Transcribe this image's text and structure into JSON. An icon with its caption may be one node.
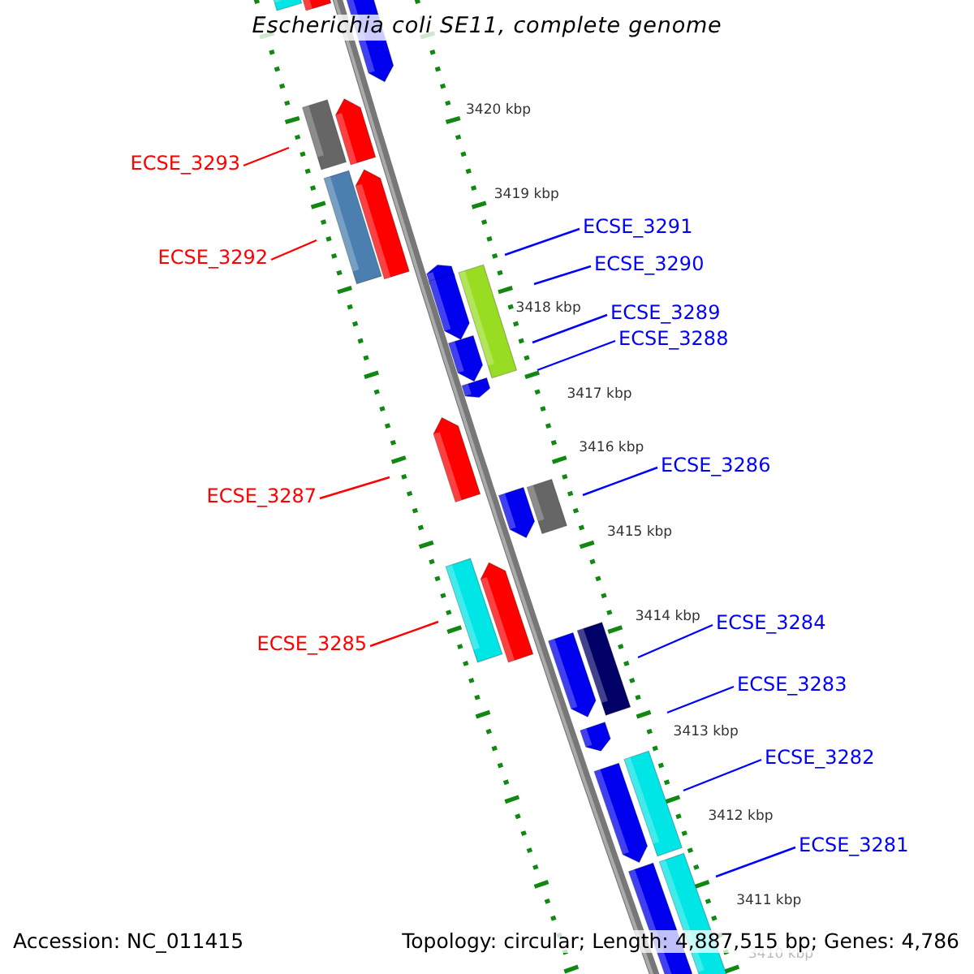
{
  "diagram": {
    "title": "Escherichia coli SE11, complete genome",
    "nodes": [
      {
        "text": [
          "ECSE_3293"
        ]
      },
      {
        "text": [
          "ECSE_3292"
        ]
      },
      {
        "text": [
          "ECSE_3291"
        ]
      },
      {
        "text": [
          "ECSE_3290"
        ]
      },
      {
        "text": [
          "ECSE_3289"
        ]
      },
      {
        "text": [
          "ECSE_3288"
        ]
      },
      {
        "text": [
          "ECSE_3287"
        ]
      },
      {
        "text": [
          "ECSE_3286"
        ]
      },
      {
        "text": [
          "ECSE_3285"
        ]
      },
      {
        "text": [
          "ECSE_3284"
        ]
      },
      {
        "text": [
          "ECSE_3283"
        ]
      },
      {
        "text": [
          "ECSE_3282"
        ]
      },
      {
        "text": [
          "ECSE_3281"
        ]
      }
    ],
    "edges": [
      {
        "from": 0,
        "to": null,
        "arrow": "none",
        "color": "#ff0000"
      },
      {
        "from": 1,
        "to": null,
        "arrow": "none",
        "color": "#ff0000"
      },
      {
        "from": 2,
        "to": null,
        "arrow": "none"
      },
      {
        "from": 3,
        "to": null,
        "arrow": "none"
      },
      {
        "from": 4,
        "to": null,
        "arrow": "none"
      },
      {
        "from": 5,
        "to": null,
        "arrow": "none"
      },
      {
        "from": 6,
        "to": null,
        "arrow": "none",
        "color": "#ff0000"
      },
      {
        "from": 7,
        "to": null,
        "arrow": "none"
      },
      {
        "from": 8,
        "to": null,
        "arrow": "none",
        "color": "#ff0000"
      },
      {
        "from": 9,
        "to": null,
        "arrow": "none"
      },
      {
        "from": 10,
        "to": null,
        "arrow": "none"
      },
      {
        "from": 11,
        "to": null,
        "arrow": "none"
      },
      {
        "from": 12,
        "to": null,
        "arrow": "none"
      }
    ],
    "labels": [
      "3420 kbp",
      "3419 kbp",
      "3418 kbp",
      "3417 kbp",
      "3416 kbp",
      "3415 kbp",
      "3414 kbp",
      "3413 kbp",
      "3412 kbp",
      "3411 kbp",
      "3410 kbp",
      "Accession: NC_011415",
      "Topology: circular; Length: 4,887,515 bp; Genes: 4,786"
    ]
  }
}
